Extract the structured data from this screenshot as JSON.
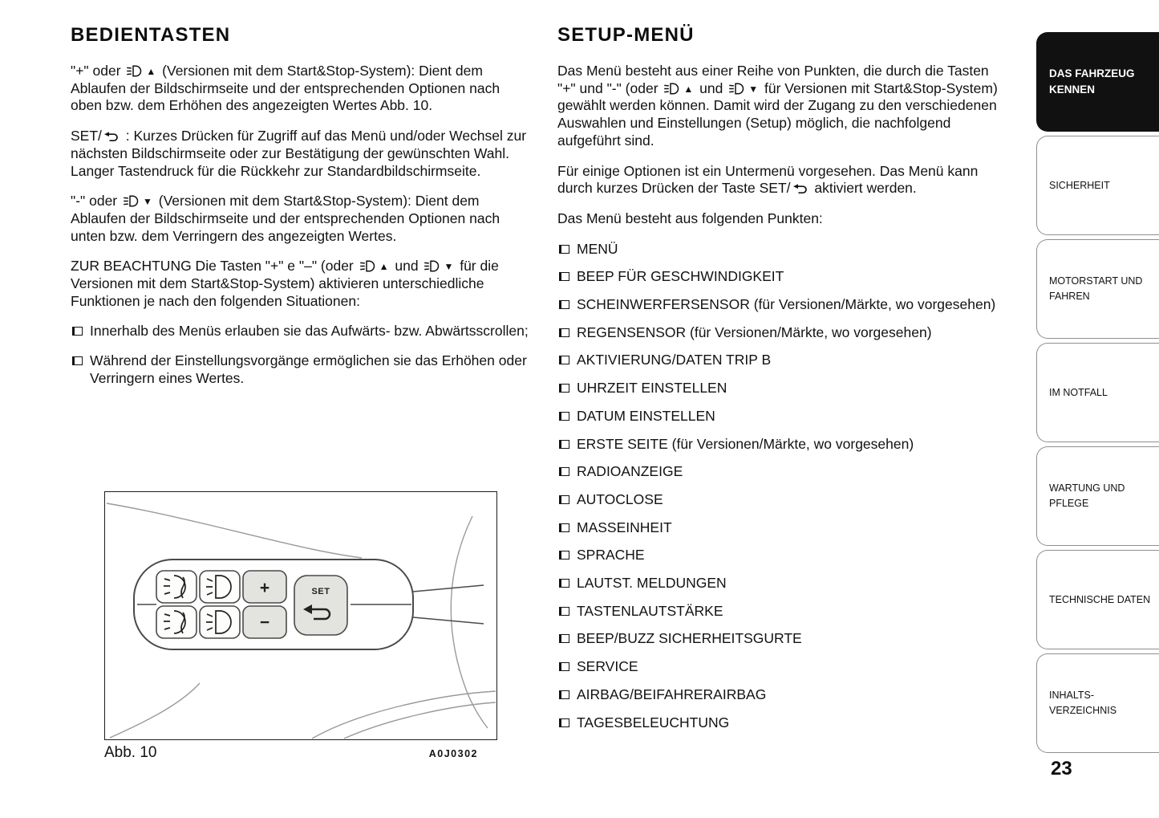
{
  "page_number": "23",
  "left": {
    "heading": "BEDIENTASTEN",
    "paragraphs": {
      "p1": [
        {
          "text": "\"+\" oder "
        },
        {
          "icon": "headlight-icon"
        },
        {
          "icon": "up-triangle-icon"
        },
        {
          "text": " (Versionen mit dem Start&Stop-System): Dient dem Ablaufen der Bildschirmseite und der entsprechenden Optionen nach oben bzw. dem Erhöhen des angezeigten Wertes Abb. 10."
        }
      ],
      "p2": [
        {
          "text": "SET/"
        },
        {
          "icon": "return-arrow-icon"
        },
        {
          "text": " : Kurzes Drücken für Zugriff auf das Menü und/oder Wechsel zur nächsten Bildschirmseite oder zur Bestätigung der gewünschten Wahl. Langer Tastendruck für die Rückkehr zur Standardbildschirmseite."
        }
      ],
      "p3": [
        {
          "text": "\"-\" oder "
        },
        {
          "icon": "headlight-icon"
        },
        {
          "icon": "down-triangle-icon"
        },
        {
          "text": " (Versionen mit dem Start&Stop-System): Dient dem Ablaufen der Bildschirmseite und der entsprechenden Optionen nach unten bzw. dem Verringern des angezeigten Wertes."
        }
      ],
      "p4": [
        {
          "text": "ZUR BEACHTUNG Die Tasten \"+\" e \"–\" (oder "
        },
        {
          "icon": "headlight-icon"
        },
        {
          "icon": "up-triangle-icon"
        },
        {
          "text": " und "
        },
        {
          "icon": "headlight-icon"
        },
        {
          "icon": "down-triangle-icon"
        },
        {
          "text": " für die Versionen mit dem Start&Stop-System) aktivieren unterschiedliche Funktionen je nach den folgenden Situationen:"
        }
      ]
    },
    "bullets": [
      "Innerhalb des Menüs erlauben sie das Aufwärts- bzw. Abwärtsscrollen;",
      "Während der Einstellungsvorgänge ermöglichen sie das Erhöhen oder Verringern eines Wertes."
    ],
    "figure": {
      "caption": "Abb. 10",
      "code": "A0J0302",
      "buttons": {
        "plus": "+",
        "minus": "−",
        "set": "SET"
      }
    }
  },
  "right": {
    "heading": "SETUP-MENÜ",
    "paragraphs": {
      "p1": [
        {
          "text": "Das Menü besteht aus einer Reihe von Punkten, die durch die Tasten \"+\" und \"-\" (oder "
        },
        {
          "icon": "headlight-icon"
        },
        {
          "icon": "up-triangle-icon"
        },
        {
          "text": " und "
        },
        {
          "icon": "headlight-icon"
        },
        {
          "icon": "down-triangle-icon"
        },
        {
          "text": " für Versionen mit Start&Stop-System) gewählt werden können. Damit wird der Zugang zu den verschiedenen Auswahlen und Einstellungen (Setup) möglich, die nachfolgend aufgeführt sind."
        }
      ],
      "p2": [
        {
          "text": "Für einige Optionen ist ein Untermenü vorgesehen. Das Menü kann durch kurzes Drücken der Taste SET/"
        },
        {
          "icon": "return-arrow-icon"
        },
        {
          "text": " aktiviert werden."
        }
      ],
      "p3": [
        {
          "text": "Das Menü besteht aus folgenden Punkten:"
        }
      ]
    },
    "menu_items": [
      "MENÜ",
      "BEEP FÜR GESCHWINDIGKEIT",
      "SCHEINWERFERSENSOR (für Versionen/Märkte, wo vorgesehen)",
      "REGENSENSOR (für Versionen/Märkte, wo vorgesehen)",
      "AKTIVIERUNG/DATEN TRIP B",
      "UHRZEIT EINSTELLEN",
      "DATUM EINSTELLEN",
      "ERSTE SEITE (für Versionen/Märkte, wo vorgesehen)",
      "RADIOANZEIGE",
      "AUTOCLOSE",
      "MASSEINHEIT",
      "SPRACHE",
      "LAUTST. MELDUNGEN",
      "TASTENLAUTSTÄRKE",
      "BEEP/BUZZ SICHERHEITSGURTE",
      "SERVICE",
      "AIRBAG/BEIFAHRERAIRBAG",
      "TAGESBELEUCHTUNG"
    ]
  },
  "sidebar": {
    "tabs": [
      {
        "label": "DAS FAHRZEUG\nKENNEN",
        "active": true
      },
      {
        "label": "SICHERHEIT",
        "active": false
      },
      {
        "label": "MOTORSTART UND\nFAHREN",
        "active": false
      },
      {
        "label": "IM NOTFALL",
        "active": false
      },
      {
        "label": "WARTUNG UND\nPFLEGE",
        "active": false
      },
      {
        "label": "TECHNISCHE DATEN",
        "active": false
      },
      {
        "label": "INHALTS-\nVERZEICHNIS",
        "active": false
      }
    ]
  },
  "colors": {
    "tab_active_bg": "#111111",
    "tab_border": "#8f8f8f",
    "text": "#121212"
  }
}
